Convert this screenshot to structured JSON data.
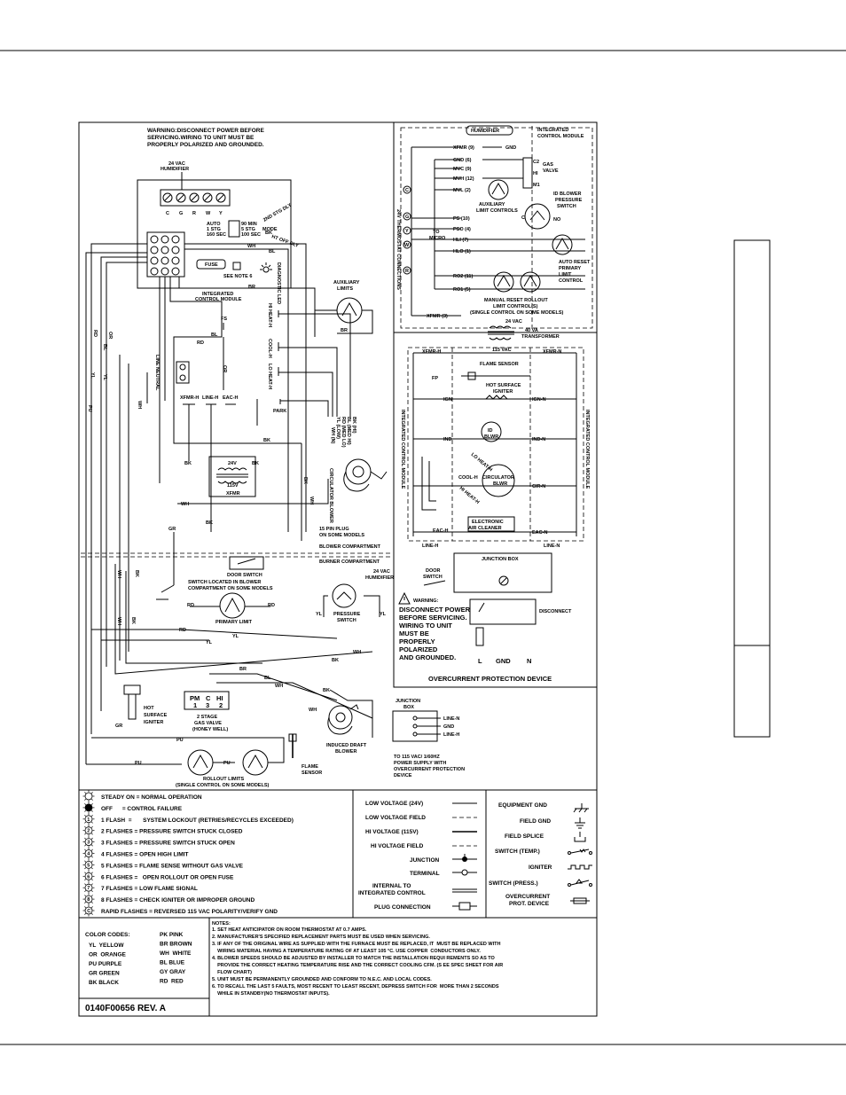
{
  "warning_top": [
    "WARNING:DISCONNECT POWER BEFORE",
    "SERVICING.WIRING TO UNIT MUST BE",
    "PROPERLY POLARIZED AND GROUNDED."
  ],
  "humidifier_24vac": [
    "24 VAC",
    "HUMIDIFIER"
  ],
  "terminal_letters": [
    "C",
    "G",
    "R",
    "W",
    "Y"
  ],
  "blower_delay": {
    "options": [
      "AUTO",
      "1 STG",
      "160 SEC"
    ],
    "options2": [
      "90 MIN",
      "5 STG",
      "100 SEC"
    ],
    "mode": "MODE",
    "label1": "2ND STG DLY",
    "label2": "HT OFF DLY"
  },
  "fuse": "FUSE",
  "see_note": "SEE NOTE 6",
  "diag_led": "DIAGNOSTIC LED",
  "icm_label": [
    "INTEGRATED",
    "CONTROL MODULE"
  ],
  "fs": "FS",
  "park": "PARK",
  "terminals_main": [
    "XFMR-H",
    "LINE-H",
    "EAC-H"
  ],
  "speed_taps": [
    "HI HEAT-H",
    "COOL-H",
    "LO HEAT-H"
  ],
  "line_neutral": "LINE NEUTRAL",
  "aux_limits": [
    "AUXILIARY",
    "LIMITS"
  ],
  "xfmr": [
    "24V",
    "115V",
    "XFMR"
  ],
  "circulator_blower": "CIRCULATOR BLOWER",
  "motor_wires": [
    "BK (HI)",
    "BL (MED HI)",
    "RD (MED LO)",
    "YL (LOW)",
    "WH (N)"
  ],
  "plug_15": [
    "15 PIN PLUG",
    "ON SOME MODELS"
  ],
  "compartments": [
    "BLOWER COMPARTMENT",
    "BURNER COMPARTMENT"
  ],
  "door_switch": [
    "DOOR SWITCH",
    "SWITCH LOCATED IN BLOWER",
    "COMPARTMENT ON SOME MODELS"
  ],
  "primary_limit": "PRIMARY LIMIT",
  "pressure_switch": [
    "PRESSURE",
    "SWITCH"
  ],
  "humidifier_24vac_2": [
    "24 VAC",
    "HUMIDIFIER"
  ],
  "gas_valve_terms": [
    "PM",
    "C",
    "HI",
    "1",
    "3",
    "2"
  ],
  "gas_valve": [
    "2 STAGE",
    "GAS VALVE",
    "(HONEY WELL)"
  ],
  "hot_surface_igniter": [
    "HOT",
    "SURFACE",
    "IGNITER"
  ],
  "induced_draft": [
    "INDUCED DRAFT",
    "BLOWER"
  ],
  "flame_sensor": [
    "FLAME",
    "SENSOR"
  ],
  "rollout_limits": [
    "ROLLOUT LIMITS",
    "(SINGLE CONTROL ON SOME MODELS)"
  ],
  "junction_box_left": [
    "JUNCTION",
    "BOX"
  ],
  "line_terms": [
    "LINE-N",
    "GND",
    "LINE-H"
  ],
  "power_supply": [
    "TO 115 VAC/ 1/60HZ",
    "POWER SUPPLY WITH",
    "OVERCURRENT PROTECTION",
    "DEVICE"
  ],
  "wire_labels": {
    "bk": "BK",
    "wh": "WH",
    "bl": "BL",
    "br": "BR",
    "rd": "RD",
    "yl": "YL",
    "gr": "GR",
    "pu": "PU",
    "or": "OR"
  },
  "ladder_top": {
    "humidifier": "HUMIDIFIER",
    "icm": [
      "INTEGRATED",
      "CONTROL MODULE"
    ],
    "rows": [
      "XFMR (9)",
      "GND (6)",
      "MVC (9)",
      "MVH (12)",
      "MVL (2)",
      "PS (10)",
      "PSO (4)",
      "HLI (7)",
      "HLO (1)",
      "RO2 (11)",
      "RO1 (5)",
      "XFMR (3)"
    ],
    "gnd": "GND",
    "gas_valve_terms": [
      "C2",
      "HI",
      "M1"
    ],
    "gas_valve": [
      "GAS",
      "VALVE"
    ],
    "aux_limit": [
      "AUXILIARY",
      "LIMIT CONTROLS"
    ],
    "id_blower_ps": [
      "ID BLOWER",
      "PRESSURE",
      "SWITCH"
    ],
    "c": "C",
    "no": "NO",
    "to_micro": [
      "TO",
      "MICRO"
    ],
    "auto_reset": [
      "AUTO RESET",
      "PRIMARY",
      "LIMIT",
      "CONTROL"
    ],
    "manual_reset": [
      "MANUAL RESET ROLLOUT",
      "LIMIT CONTROL(S)",
      "(SINGLE CONTROL ON SOME MODELS)"
    ],
    "thermostat_conn": "24V THERMOSTAT CONNECTIONS",
    "circle_letters": [
      "C",
      "G",
      "Y",
      "W",
      "R"
    ]
  },
  "transformer": [
    "24 VAC",
    "40 VA",
    "TRANSFORMER",
    "115 VAC"
  ],
  "ladder_bottom": {
    "xfmr_h": "XFMR-H",
    "xfmr_n": "XFMR-N",
    "fp": "FP",
    "flame_sensor": "FLAME SENSOR",
    "ign": "IGN",
    "hsi": [
      "HOT SURFACE",
      "IGNITER"
    ],
    "ign_n": "IGN-N",
    "ind": "IND",
    "id_blwr": [
      "ID",
      "BLWR"
    ],
    "ind_n": "IND-N",
    "lo_heat": "LO HEAT-H",
    "cool_h": "COOL-H",
    "hi_heat": "HI HEAT-H",
    "circ_blwr": [
      "CIRCULATOR",
      "BLWR"
    ],
    "cir_n": "CIR-N",
    "eac_h": "EAC-H",
    "eac": [
      "ELECTRONIC",
      "AIR CLEANER"
    ],
    "eac_n": "EAC-N",
    "line_h": "LINE-H",
    "line_n": "LINE-N",
    "icm_side": "INTEGRATED CONTROL MODULE",
    "junction_box": "JUNCTION BOX",
    "door_switch": [
      "DOOR",
      "SWITCH"
    ],
    "disconnect": "DISCONNECT",
    "warning": [
      "WARNING:",
      "DISCONNECT POWER",
      "BEFORE SERVICING.",
      "WIRING TO UNIT",
      "MUST BE",
      "PROPERLY",
      "POLARIZED",
      "AND GROUNDED."
    ],
    "lgn": [
      "L",
      "GND",
      "N"
    ],
    "ocp": "OVERCURRENT PROTECTION DEVICE"
  },
  "led_codes": [
    "STEADY ON = NORMAL OPERATION",
    "OFF      = CONTROL FAILURE",
    "1 FLASH  =       SYSTEM LOCKOUT (RETRIES/RECYCLES EXCEEDED)",
    "2 FLASHES = PRESSURE SWITCH STUCK CLOSED",
    "3 FLASHES = PRESSURE SWITCH STUCK OPEN",
    "4 FLASHES = OPEN HIGH LIMIT",
    "5 FLASHES = FLAME SENSE WITHOUT GAS VALVE",
    "6 FLASHES =   OPEN ROLLOUT OR OPEN FUSE",
    "7 FLASHES = LOW FLAME SIGNAL",
    "8 FLASHES = CHECK IGNITER OR IMPROPER GROUND",
    "RAPID FLASHES = REVERSED 115 VAC POLARITY/VERIFY GND"
  ],
  "led_numbers": [
    "",
    "",
    "1",
    "2",
    "3",
    "4",
    "5",
    "6",
    "7",
    "8",
    "C"
  ],
  "legend_lines": [
    "LOW VOLTAGE (24V)",
    "LOW VOLTAGE FIELD",
    "HI VOLTAGE (115V)",
    "HI VOLTAGE FIELD",
    "JUNCTION",
    "TERMINAL",
    "INTERNAL TO",
    "INTEGRATED CONTROL",
    "PLUG CONNECTION"
  ],
  "legend_symbols": [
    "EQUIPMENT GND",
    "FIELD GND",
    "FIELD SPLICE",
    "SWITCH (TEMP.)",
    "IGNITER",
    "SWITCH (PRESS.)",
    "OVERCURRENT",
    "PROT. DEVICE"
  ],
  "color_codes": {
    "title": "COLOR CODES:",
    "left": [
      "YL  YELLOW",
      "OR  ORANGE",
      "PU PURPLE",
      "GR GREEN",
      "BK BLACK"
    ],
    "right": [
      "PK PINK",
      "BR BROWN",
      "WH  WHITE",
      "BL BLUE",
      "GY GRAY",
      "RD  RED"
    ]
  },
  "notes": {
    "title": "NOTES:",
    "lines": [
      "1. SET HEAT ANTICIPATOR ON ROOM THERMOSTAT AT 0.7 AMPS.",
      "2. MANUFACTURER'S SPECIFIED REPLACEMENT PARTS MUST BE USED WHEN SERVICING.",
      "3. IF ANY OF THE ORIGINAL WIRE AS SUPPLIED WITH THE FURNACE MUST BE REPLACED, IT  MUST BE REPLACED WITH",
      "    WIRING MATERIAL HAVING A TEMPERATURE RATING OF AT LEAST 105 °C. USE COPPER  CONDUCTORS ONLY.",
      "4. BLOWER SPEEDS SHOULD BE ADJUSTED BY INSTALLER TO MATCH THE INSTALLATION REQUI REMENTS SO AS TO",
      "    PROVIDE THE CORRECT HEATING TEMPERATURE RISE AND THE CORRECT COOLING CFM. (S EE SPEC SHEET FOR AIR",
      "    FLOW CHART)",
      "5. UNIT MUST BE PERMANENTLY GROUNDED AND CONFORM TO N.E.C. AND LOCAL CODES.",
      "6. TO RECALL THE LAST 5 FAULTS, MOST RECENT TO LEAST RECENT, DEPRESS SWITCH FOR  MORE THAN 2 SECONDS",
      "    WHILE IN STANDBY(NO THERMOSTAT INPUTS)."
    ]
  },
  "part_number": "0140F00656  REV. A"
}
